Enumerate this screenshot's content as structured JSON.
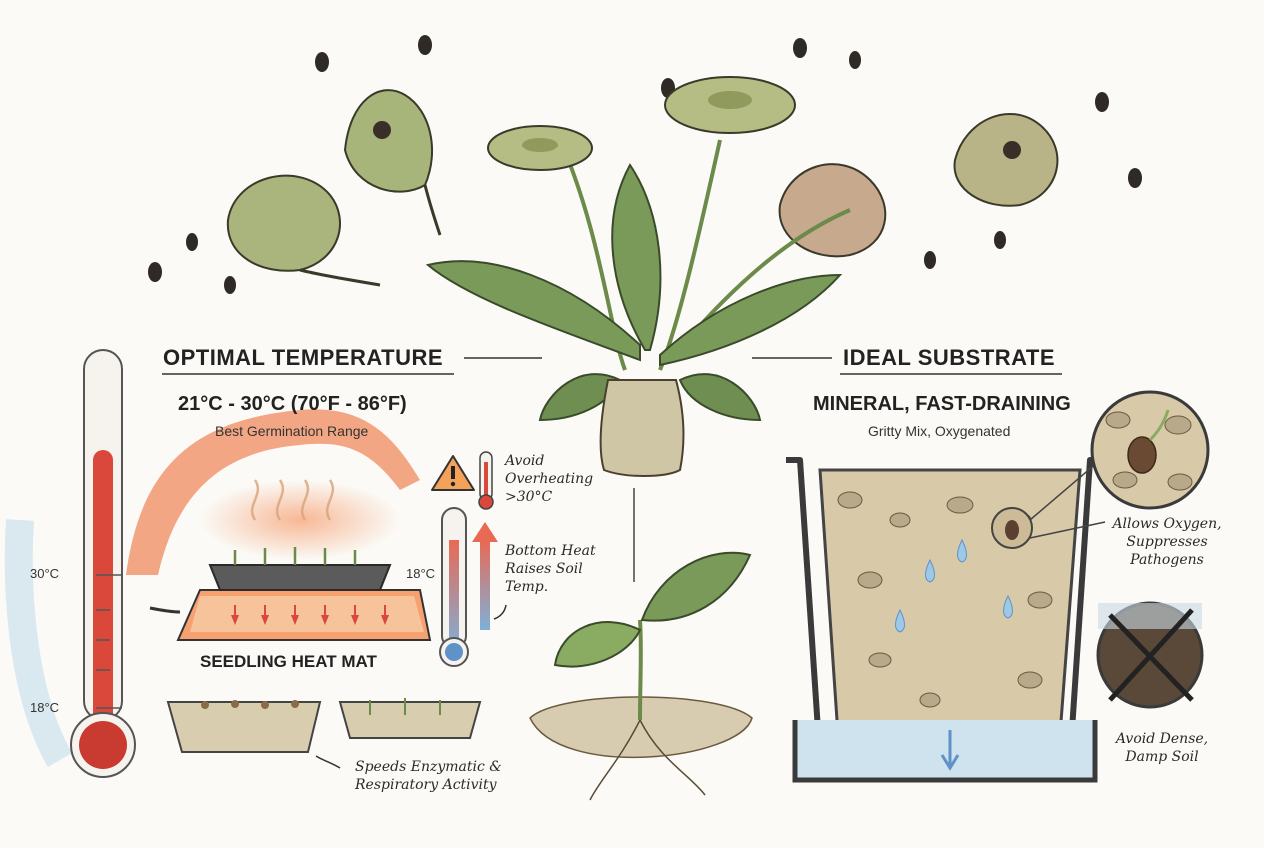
{
  "temperature": {
    "heading": "OPTIMAL TEMPERATURE",
    "range": "21°C - 30°C (70°F - 86°F)",
    "range_caption": "Best Germination Range",
    "thermometer_high": "30°C",
    "thermometer_low": "18°C",
    "small_thermometer_label": "18°C",
    "warning_note": "Avoid Overheating >30°C",
    "bottom_heat_note": "Bottom Heat Raises Soil Temp.",
    "heat_mat_label": "SEEDLING HEAT MAT",
    "activity_note": "Speeds Enzymatic & Respiratory Activity"
  },
  "substrate": {
    "heading": "IDEAL SUBSTRATE",
    "type": "MINERAL, FAST-DRAINING",
    "caption": "Gritty Mix, Oxygenated",
    "oxygen_note": "Allows Oxygen, Suppresses Pathogens",
    "avoid_note": "Avoid Dense, Damp Soil"
  },
  "colors": {
    "accent_red": "#d9483b",
    "heat_orange": "#f08a5d",
    "leaf_green": "#7a9a5a",
    "water_blue": "#9ec9e6"
  },
  "icons": [
    "warning-icon",
    "thermometer-icon",
    "heat-arrow-icon",
    "water-drop-icon"
  ]
}
